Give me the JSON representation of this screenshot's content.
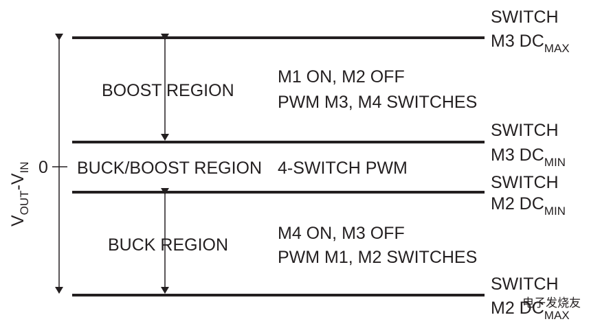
{
  "axis": {
    "label_main": "V",
    "label_sub1": "OUT",
    "label_mid": "-V",
    "label_sub2": "IN",
    "zero_label": "0"
  },
  "regions": [
    {
      "name": "BOOST REGION",
      "desc_line1": "M1 ON, M2 OFF",
      "desc_line2": "PWM M3, M4 SWITCHES"
    },
    {
      "name": "BUCK/BOOST REGION",
      "desc_line1": "4-SWITCH PWM"
    },
    {
      "name": "BUCK REGION",
      "desc_line1": "M4 ON, M3 OFF",
      "desc_line2": "PWM M1, M2 SWITCHES"
    }
  ],
  "thresholds": [
    {
      "line1": "SWITCH",
      "line2": "M3 DC",
      "sub": "MAX"
    },
    {
      "line1": "SWITCH",
      "line2": "M3 DC",
      "sub": "MIN"
    },
    {
      "line1": "SWITCH",
      "line2": "M2 DC",
      "sub": "MIN"
    },
    {
      "line1": "SWITCH",
      "line2": "M2 DC",
      "sub": "MAX"
    }
  ],
  "watermark": "电子发烧友"
}
